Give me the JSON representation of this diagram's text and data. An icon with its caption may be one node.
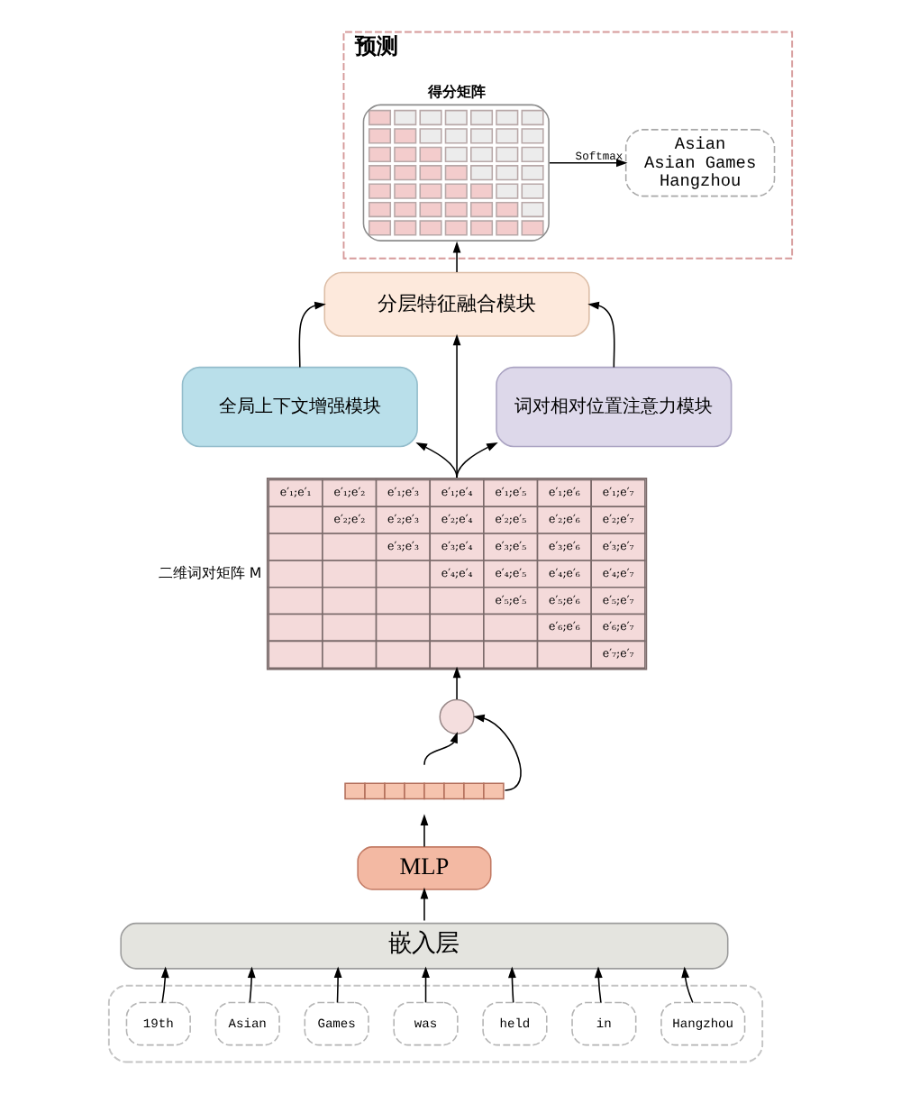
{
  "diagram": {
    "nodes": [
      {
        "text": [
          "预测"
        ]
      },
      {
        "text": [
          "得分矩阵"
        ],
        "in": 0
      },
      {
        "text": [
          "Asian",
          "Asian Games",
          "Hangzhou"
        ],
        "in": 0
      },
      {
        "text": [
          "分层特征融合模块"
        ]
      },
      {
        "text": [
          "全局上下文增强模块"
        ]
      },
      {
        "text": [
          "词对相对位置注意力模块"
        ]
      },
      {
        "text": [
          "e′₁;e′₁",
          "e′₁;e′₂",
          "e′₁;e′₃",
          "e′₁;e′₄",
          "e′₁;e′₅",
          "e′₁;e′₆",
          "e′₁;e′₇",
          "e′₂;e′₂",
          "e′₂;e′₃",
          "e′₂;e′₄",
          "e′₂;e′₅",
          "e′₂;e′₆",
          "e′₂;e′₇",
          "e′₃;e′₃",
          "e′₃;e′₄",
          "e′₃;e′₅",
          "e′₃;e′₆",
          "e′₃;e′₇",
          "e′₄;e′₄",
          "e′₄;e′₅",
          "e′₄;e′₆",
          "e′₄;e′₇",
          "e′₅;e′₅",
          "e′₅;e′₆",
          "e′₅;e′₇",
          "e′₆;e′₆",
          "e′₆;e′₇",
          "e′₇;e′₇"
        ],
        "beside": [
          "二维词对矩阵 M"
        ]
      },
      {
        "text": [],
        "shape": "circle"
      },
      {
        "text": [],
        "shape": "bar"
      },
      {
        "text": [
          "MLP"
        ]
      },
      {
        "text": [
          "嵌入层"
        ]
      },
      {
        "text": [],
        "shape": "box"
      },
      {
        "text": [
          "19th"
        ],
        "in": 11
      },
      {
        "text": [
          "Asian"
        ],
        "in": 11
      },
      {
        "text": [
          "Games"
        ],
        "in": 11
      },
      {
        "text": [
          "was"
        ],
        "in": 11
      },
      {
        "text": [
          "held"
        ],
        "in": 11
      },
      {
        "text": [
          "in"
        ],
        "in": 11
      },
      {
        "text": [
          "Hangzhou"
        ],
        "in": 11
      }
    ],
    "edges": [
      {
        "from": 12,
        "to": 10,
        "arrow": "to"
      },
      {
        "from": 13,
        "to": 10,
        "arrow": "to"
      },
      {
        "from": 14,
        "to": 10,
        "arrow": "to"
      },
      {
        "from": 15,
        "to": 10,
        "arrow": "to"
      },
      {
        "from": 16,
        "to": 10,
        "arrow": "to"
      },
      {
        "from": 17,
        "to": 10,
        "arrow": "to"
      },
      {
        "from": 18,
        "to": 10,
        "arrow": "to"
      },
      {
        "from": 10,
        "to": 9,
        "arrow": "to"
      },
      {
        "from": 9,
        "to": 8,
        "arrow": "to"
      },
      {
        "from": 8,
        "to": 7,
        "arrow": "to"
      },
      {
        "from": 8,
        "to": 7,
        "arrow": "to"
      },
      {
        "from": 7,
        "to": 6,
        "arrow": "to"
      },
      {
        "from": 6,
        "to": 4,
        "arrow": "to"
      },
      {
        "from": 6,
        "to": 3,
        "arrow": "to"
      },
      {
        "from": 6,
        "to": 5,
        "arrow": "to"
      },
      {
        "from": 4,
        "to": 3,
        "arrow": "to"
      },
      {
        "from": 5,
        "to": 3,
        "arrow": "to"
      },
      {
        "from": 3,
        "to": 1,
        "arrow": "to"
      },
      {
        "from": 1,
        "to": 2,
        "label": "Softmax",
        "arrow": "to"
      }
    ]
  }
}
